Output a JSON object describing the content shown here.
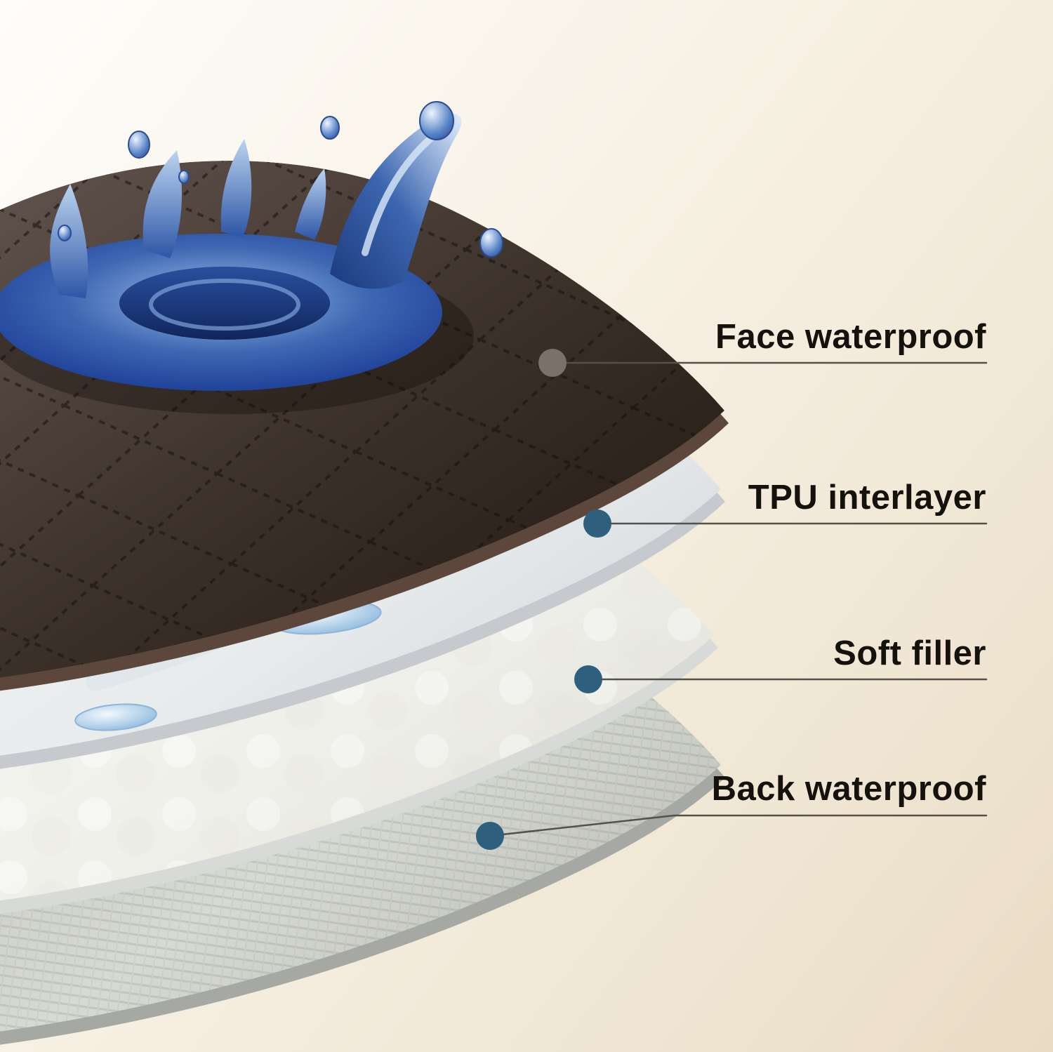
{
  "title": "Waterproof pad layer construction diagram",
  "background": {
    "top_left": "#fefdfa",
    "bottom_right": "#e9dcc4"
  },
  "callout": {
    "line_color": "#55504a",
    "text_color": "#15120e"
  },
  "splash": {
    "deep": "#142c66",
    "mid": "#2d55a6",
    "light": "#cfe2f6"
  },
  "layers": [
    {
      "id": "face",
      "label": "Face waterproof",
      "fabric_color": "#3d322a",
      "edge_color": "#5d473c",
      "dot_color": "#7b7168"
    },
    {
      "id": "tpu",
      "label": "TPU interlayer",
      "fabric_color": "#e8ebec",
      "edge_color": "#c6cacf",
      "dot_color": "#2e5f7c"
    },
    {
      "id": "soft",
      "label": "Soft filler",
      "fabric_color": "#efefe9",
      "edge_color": "#d8dad7",
      "dot_color": "#2e5f7c"
    },
    {
      "id": "back",
      "label": "Back waterproof",
      "fabric_color": "#d7dad3",
      "edge_color": "#a5a8a3",
      "dot_color": "#2e5f7c"
    }
  ]
}
